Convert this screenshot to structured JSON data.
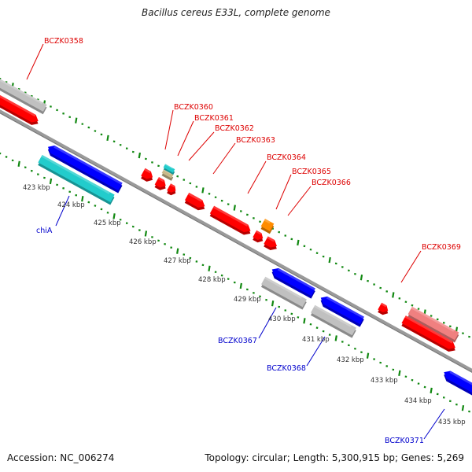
{
  "title": "Bacillus cereus E33L, complete genome",
  "footer": {
    "accession": "Accession: NC_006274",
    "summary": "Topology: circular; Length: 5,300,915 bp; Genes: 5,269"
  },
  "colors": {
    "forward": "#ff0000",
    "forward_light": "#f08080",
    "reverse": "#0000ff",
    "pseudo_gray": "#c0c0c0",
    "cyan": "#22cccc",
    "tan": "#c8b98a",
    "orange": "#ff8c00",
    "ruler": "#118811",
    "backbone": "#999999",
    "label_red": "#dd0000",
    "label_blue": "#0000cc"
  },
  "ruler_ticks": [
    "423 kbp",
    "424 kbp",
    "425 kbp",
    "426 kbp",
    "427 kbp",
    "428 kbp",
    "429 kbp",
    "430 kbp",
    "431 kbp",
    "432 kbp",
    "433 kbp",
    "434 kbp",
    "435 kbp"
  ],
  "labels_top": [
    "BCZK0358",
    "BCZK0360",
    "BCZK0361",
    "BCZK0362",
    "BCZK0363",
    "BCZK0364",
    "BCZK0365",
    "BCZK0366",
    "BCZK0369"
  ],
  "labels_bottom": [
    "chiA",
    "BCZK0367",
    "BCZK0368",
    "BCZK0371"
  ]
}
